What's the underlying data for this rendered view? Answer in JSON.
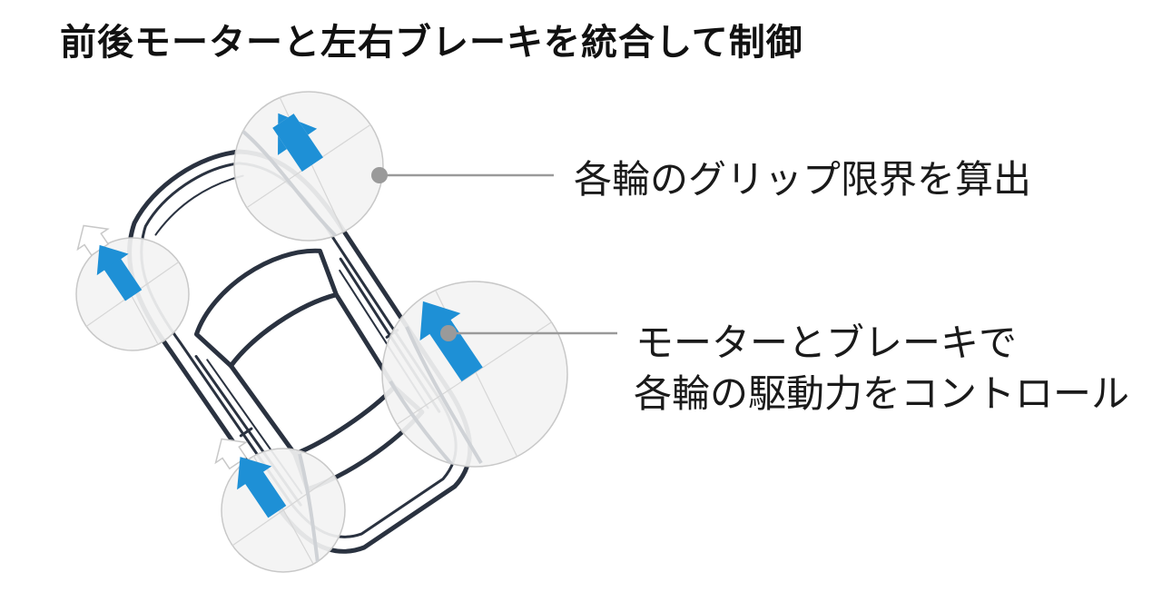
{
  "title": "前後モーターと左右ブレーキを統合して制御",
  "callouts": {
    "grip_limit": "各輪のグリップ限界を算出",
    "drive_control_line1": "モーターとブレーキで",
    "drive_control_line2": "各輪の駆動力をコントロール"
  },
  "icons": {
    "car": "car-top-view-icon",
    "force_arrow": "up-left-arrow-icon"
  },
  "colors": {
    "arrow_blue": "#1e90d6",
    "circle_fill": "#f3f3f3",
    "circle_stroke": "#c8c8c8",
    "leader_line": "#9a9a9a",
    "car_outline": "#2a3240"
  }
}
